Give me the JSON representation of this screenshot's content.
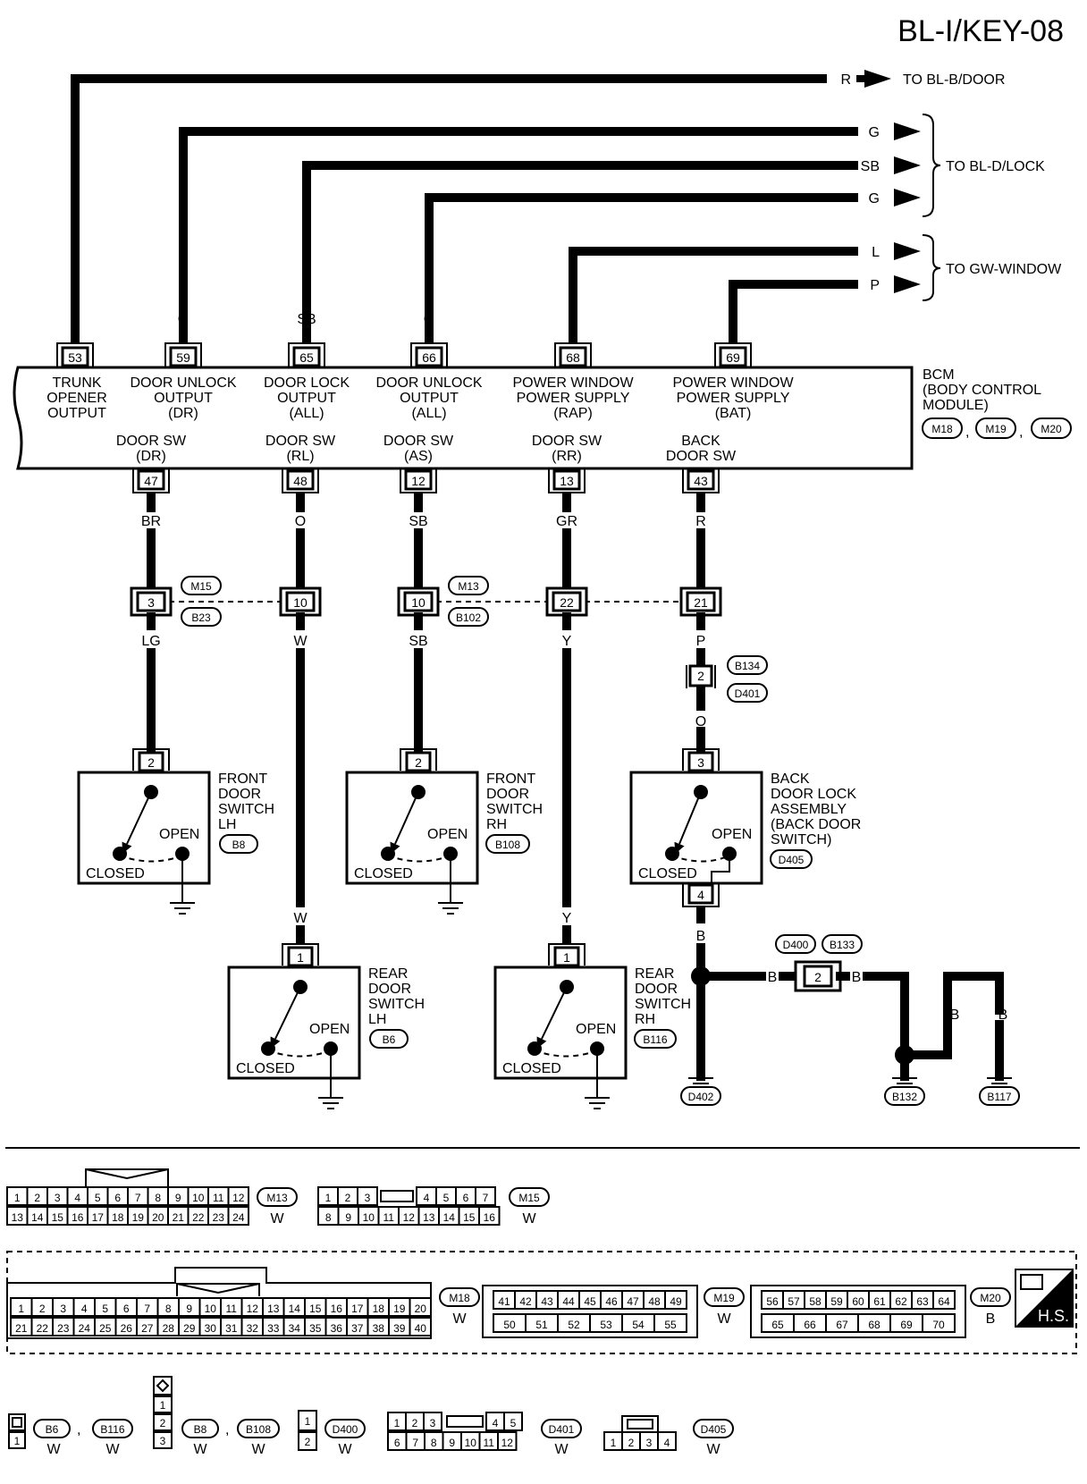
{
  "page_title": "BL-I/KEY-08",
  "outputs": [
    {
      "color": "R",
      "dest": "TO BL-B/DOOR"
    },
    {
      "color": "G",
      "dest": ""
    },
    {
      "color": "SB",
      "dest": "TO BL-D/LOCK"
    },
    {
      "color": "G",
      "dest": ""
    },
    {
      "color": "L",
      "dest": ""
    },
    {
      "color": "P",
      "dest": "TO GW-WINDOW"
    }
  ],
  "bcm": {
    "name": "BCM",
    "desc1": "(BODY CONTROL",
    "desc2": "MODULE)",
    "connectors": [
      "M18",
      "M19",
      "M20"
    ],
    "top_pins": [
      {
        "pin": "53",
        "wire": "R",
        "l1": "TRUNK",
        "l2": "OPENER",
        "l3": "OUTPUT"
      },
      {
        "pin": "59",
        "wire": "G",
        "l1": "DOOR UNLOCK",
        "l2": "OUTPUT",
        "l3": "(DR)"
      },
      {
        "pin": "65",
        "wire": "SB",
        "l1": "DOOR LOCK",
        "l2": "OUTPUT",
        "l3": "(ALL)"
      },
      {
        "pin": "66",
        "wire": "G",
        "l1": "DOOR UNLOCK",
        "l2": "OUTPUT",
        "l3": "(ALL)"
      },
      {
        "pin": "68",
        "wire": "L",
        "l1": "POWER WINDOW",
        "l2": "POWER SUPPLY",
        "l3": "(RAP)"
      },
      {
        "pin": "69",
        "wire": "P",
        "l1": "POWER WINDOW",
        "l2": "POWER SUPPLY",
        "l3": "(BAT)"
      }
    ],
    "bottom_pins": [
      {
        "pin": "47",
        "wire": "BR",
        "l1": "DOOR SW",
        "l2": "(DR)"
      },
      {
        "pin": "48",
        "wire": "O",
        "l1": "DOOR SW",
        "l2": "(RL)"
      },
      {
        "pin": "12",
        "wire": "SB",
        "l1": "DOOR SW",
        "l2": "(AS)"
      },
      {
        "pin": "13",
        "wire": "GR",
        "l1": "DOOR SW",
        "l2": "(RR)"
      },
      {
        "pin": "43",
        "wire": "R",
        "l1": "BACK",
        "l2": "DOOR SW"
      }
    ]
  },
  "joints": [
    {
      "pin": "3",
      "wire_below": "LG"
    },
    {
      "pin": "10",
      "wire_below": "W"
    },
    {
      "pin": "10",
      "wire_below": "SB"
    },
    {
      "pin": "22",
      "wire_below": "Y"
    },
    {
      "pin": "21",
      "wire_below": "P"
    }
  ],
  "joint_connectors": {
    "a1": "M15",
    "a2": "B23",
    "b1": "M13",
    "b2": "B102"
  },
  "inline_b134": {
    "pin": "2",
    "c1": "B134",
    "c2": "D401",
    "wire_below": "O"
  },
  "switches": [
    {
      "pin": "2",
      "l1": "FRONT",
      "l2": "DOOR",
      "l3": "SWITCH",
      "l4": "LH",
      "conn": "B8"
    },
    {
      "pin": "2",
      "l1": "FRONT",
      "l2": "DOOR",
      "l3": "SWITCH",
      "l4": "RH",
      "conn": "B108"
    },
    {
      "pin": "3",
      "l1": "BACK",
      "l2": "DOOR LOCK",
      "l3": "ASSEMBLY",
      "l4": "(BACK DOOR",
      "l5": "SWITCH)",
      "conn": "D405",
      "pin_bottom": "4"
    },
    {
      "pin": "1",
      "wire": "W",
      "l1": "REAR",
      "l2": "DOOR",
      "l3": "SWITCH",
      "l4": "LH",
      "conn": "B6"
    },
    {
      "pin": "1",
      "wire": "Y",
      "l1": "REAR",
      "l2": "DOOR",
      "l3": "SWITCH",
      "l4": "RH",
      "conn": "B116"
    }
  ],
  "switch_states": {
    "open": "OPEN",
    "closed": "CLOSED"
  },
  "ground": {
    "wire": "B",
    "d400": "D400",
    "b133": "B133",
    "pin": "2",
    "g1": "D402",
    "g2": "B132",
    "g3": "B117"
  },
  "conn_views": {
    "m13": {
      "id": "M13",
      "color": "W",
      "row1": [
        "1",
        "2",
        "3",
        "4",
        "5",
        "6",
        "7",
        "8",
        "9",
        "10",
        "11",
        "12"
      ],
      "row2": [
        "13",
        "14",
        "15",
        "16",
        "17",
        "18",
        "19",
        "20",
        "21",
        "22",
        "23",
        "24"
      ]
    },
    "m15": {
      "id": "M15",
      "color": "W",
      "row1": [
        "1",
        "2",
        "3",
        "4",
        "5",
        "6",
        "7"
      ],
      "row2": [
        "8",
        "9",
        "10",
        "11",
        "12",
        "13",
        "14",
        "15",
        "16"
      ]
    },
    "m18": {
      "id": "M18",
      "color": "W",
      "row1": [
        "1",
        "2",
        "3",
        "4",
        "5",
        "6",
        "7",
        "8",
        "9",
        "10",
        "11",
        "12",
        "13",
        "14",
        "15",
        "16",
        "17",
        "18",
        "19",
        "20"
      ],
      "row2": [
        "21",
        "22",
        "23",
        "24",
        "25",
        "26",
        "27",
        "28",
        "29",
        "30",
        "31",
        "32",
        "33",
        "34",
        "35",
        "36",
        "37",
        "38",
        "39",
        "40"
      ]
    },
    "m19": {
      "id": "M19",
      "color": "W",
      "row1": [
        "41",
        "42",
        "43",
        "44",
        "45",
        "46",
        "47",
        "48",
        "49"
      ],
      "row2": [
        "50",
        "51",
        "52",
        "53",
        "54",
        "55"
      ]
    },
    "m20": {
      "id": "M20",
      "color": "B",
      "row1": [
        "56",
        "57",
        "58",
        "59",
        "60",
        "61",
        "62",
        "63",
        "64"
      ],
      "row2": [
        "65",
        "66",
        "67",
        "68",
        "69",
        "70"
      ]
    },
    "hs": "H.S.",
    "b6_b116": {
      "p1": "1",
      "id1": "B6",
      "id2": "B116",
      "color": "W"
    },
    "b8_b108": {
      "pins": [
        "1",
        "2",
        "3"
      ],
      "id1": "B8",
      "id2": "B108",
      "color": "W"
    },
    "d400": {
      "pins": [
        "1",
        "2"
      ],
      "id": "D400",
      "color": "W"
    },
    "d401": {
      "id": "D401",
      "color": "W",
      "row1": [
        "1",
        "2",
        "3",
        "4",
        "5"
      ],
      "row2": [
        "6",
        "7",
        "8",
        "9",
        "10",
        "11",
        "12"
      ]
    },
    "d405": {
      "id": "D405",
      "color": "W",
      "pins": [
        "1",
        "2",
        "3",
        "4"
      ]
    }
  }
}
